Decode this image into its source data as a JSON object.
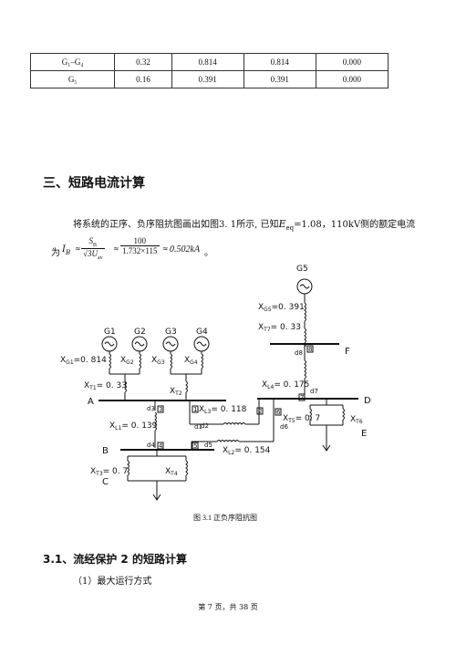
{
  "table": {
    "rows": [
      [
        "G₁–G₄",
        "0.32",
        "0.814",
        "0.814",
        "0.000"
      ],
      [
        "G₅",
        "0.16",
        "0.391",
        "0.391",
        "0.000"
      ]
    ]
  },
  "section_title": "三、短路电流计算",
  "paragraph": {
    "lead": "将系统的正序、负序阻抗图画出如图3. 1所示, 已知",
    "eeq_sym": "E",
    "eeq_sub": "eq",
    "eeq_val": "=1.08，",
    "rest": "110kV侧的额定电流"
  },
  "formula": {
    "prefix": "为",
    "ib_sym": "I",
    "ib_sub": "B",
    "approx1": "≈",
    "f1_num": "S",
    "f1_num_sub": "B",
    "f1_den": "√3U",
    "f1_den_sub": "av",
    "approx2": "≈",
    "f2_num": "100",
    "f2_den": "1.732×115",
    "approx3": "≈",
    "result": "0.502kA",
    "end": "。"
  },
  "figure": {
    "caption": "图 3.1  正负序阻抗图",
    "labels": {
      "g1": "G1",
      "g2": "G2",
      "g3": "G3",
      "g4": "G4",
      "g5": "G5",
      "xg5": "X",
      "xg5_sub": "G5",
      "xg5_val": "=0. 391",
      "xt7": "X",
      "xt7_sub": "T7",
      "xt7_val": "= 0. 33",
      "xg1": "X",
      "xg1_sub": "G1",
      "xg1_val": "=0. 814",
      "xg2": "X",
      "xg2_sub": "G2",
      "xg3": "X",
      "xg3_sub": "G3",
      "xg4": "X",
      "xg4_sub": "G4",
      "xt1": "X",
      "xt1_sub": "T1",
      "xt1_val": "= 0. 33",
      "xt2": "X",
      "xt2_sub": "T2",
      "xl4": "X",
      "xl4_sub": "L4",
      "xl4_val": "= 0. 175",
      "xl3": "X",
      "xl3_sub": "L3",
      "xl3_val": "= 0. 118",
      "xl1": "X",
      "xl1_sub": "L1",
      "xl1_val": "= 0. 139",
      "xl2": "X",
      "xl2_sub": "L2",
      "xl2_val": "= 0. 154",
      "xt5": "X",
      "xt5_sub": "T5",
      "xt5_val": "= 0. 7",
      "xt6": "X",
      "xt6_sub": "T6",
      "xt3": "X",
      "xt3_sub": "T3",
      "xt3_val": "= 0. 7",
      "xt4": "X",
      "xt4_sub": "T4",
      "bus_a": "A",
      "bus_b": "B",
      "bus_c": "C",
      "bus_d": "D",
      "bus_e": "E",
      "bus_f": "F",
      "d1": "d1",
      "d2": "d2",
      "d3": "d3",
      "d4": "d4",
      "d5": "d5",
      "d6": "d6",
      "d7": "d7",
      "d8": "d8",
      "b1": "1",
      "b2": "2",
      "b3": "3",
      "b4": "4",
      "b5": "5",
      "b6": "6",
      "b7": "7",
      "b8": "8"
    }
  },
  "subsection_title": "3.1、流经保护 2 的短路计算",
  "subsubsection_title": "（1）最大运行方式",
  "footer": "第 7 页，共 38 页"
}
